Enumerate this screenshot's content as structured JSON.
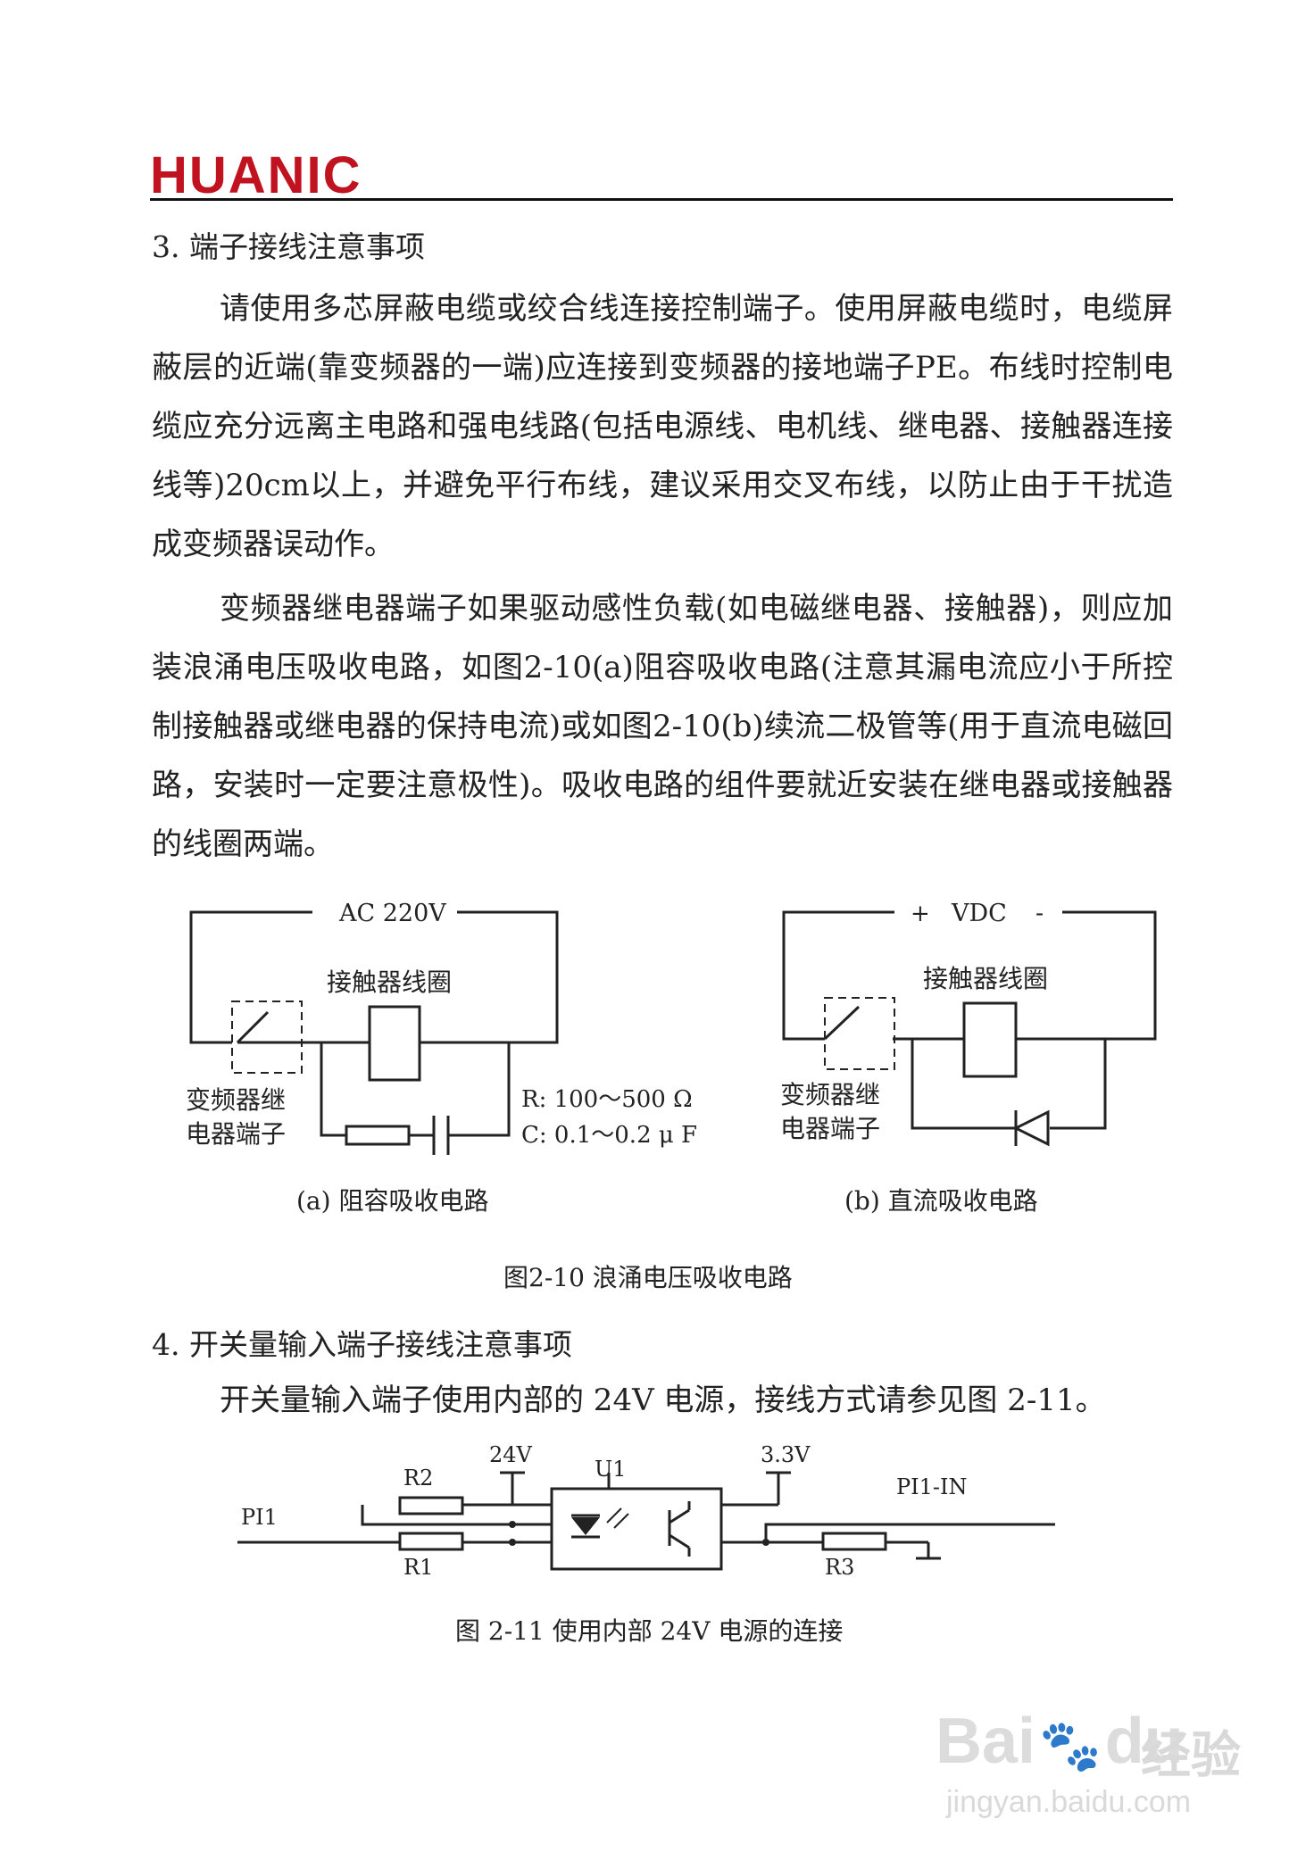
{
  "header": {
    "logo_text": "HUANIC"
  },
  "section3": {
    "heading": "3. 端子接线注意事项",
    "para1": "请使用多芯屏蔽电缆或绞合线连接控制端子。使用屏蔽电缆时，电缆屏蔽层的近端(靠变频器的一端)应连接到变频器的接地端子PE。布线时控制电缆应充分远离主电路和强电线路(包括电源线、电机线、继电器、接触器连接线等)20cm以上，并避免平行布线，建议采用交叉布线，以防止由于干扰造成变频器误动作。",
    "para2": "变频器继电器端子如果驱动感性负载(如电磁继电器、接触器)，则应加装浪涌电压吸收电路，如图2-10(a)阻容吸收电路(注意其漏电流应小于所控制接触器或继电器的保持电流)或如图2-10(b)续流二极管等(用于直流电磁回路，安装时一定要注意极性)。吸收电路的组件要就近安装在继电器或接触器的线圈两端。"
  },
  "fig210": {
    "a": {
      "supply": "AC 220V",
      "coil": "接触器线圈",
      "relay_l1": "变频器继",
      "relay_l2": "电器端子",
      "r_value": "R: 100～500 Ω",
      "c_value": "C: 0.1～0.2 μ F",
      "caption": "(a)   阻容吸收电路"
    },
    "b": {
      "plus": "+",
      "supply": "VDC",
      "minus": "-",
      "coil": "接触器线圈",
      "relay_l1": "变频器继",
      "relay_l2": "电器端子",
      "caption": "(b)   直流吸收电路"
    },
    "caption": "图2-10   浪涌电压吸收电路"
  },
  "section4": {
    "heading": "4. 开关量输入端子接线注意事项",
    "para": "开关量输入端子使用内部的 24V 电源，接线方式请参见图 2-11。"
  },
  "fig211": {
    "r2": "R2",
    "v24": "24V",
    "u1": "U1",
    "v33": "3.3V",
    "pi1_in": "PI1-IN",
    "pi1": "PI1",
    "r1": "R1",
    "r3": "R3",
    "caption": "图 2-11   使用内部 24V 电源的连接"
  },
  "watermark": {
    "brand": "Bai",
    "brand2": "du",
    "product": "经验",
    "url": "jingyan.baidu.com"
  }
}
